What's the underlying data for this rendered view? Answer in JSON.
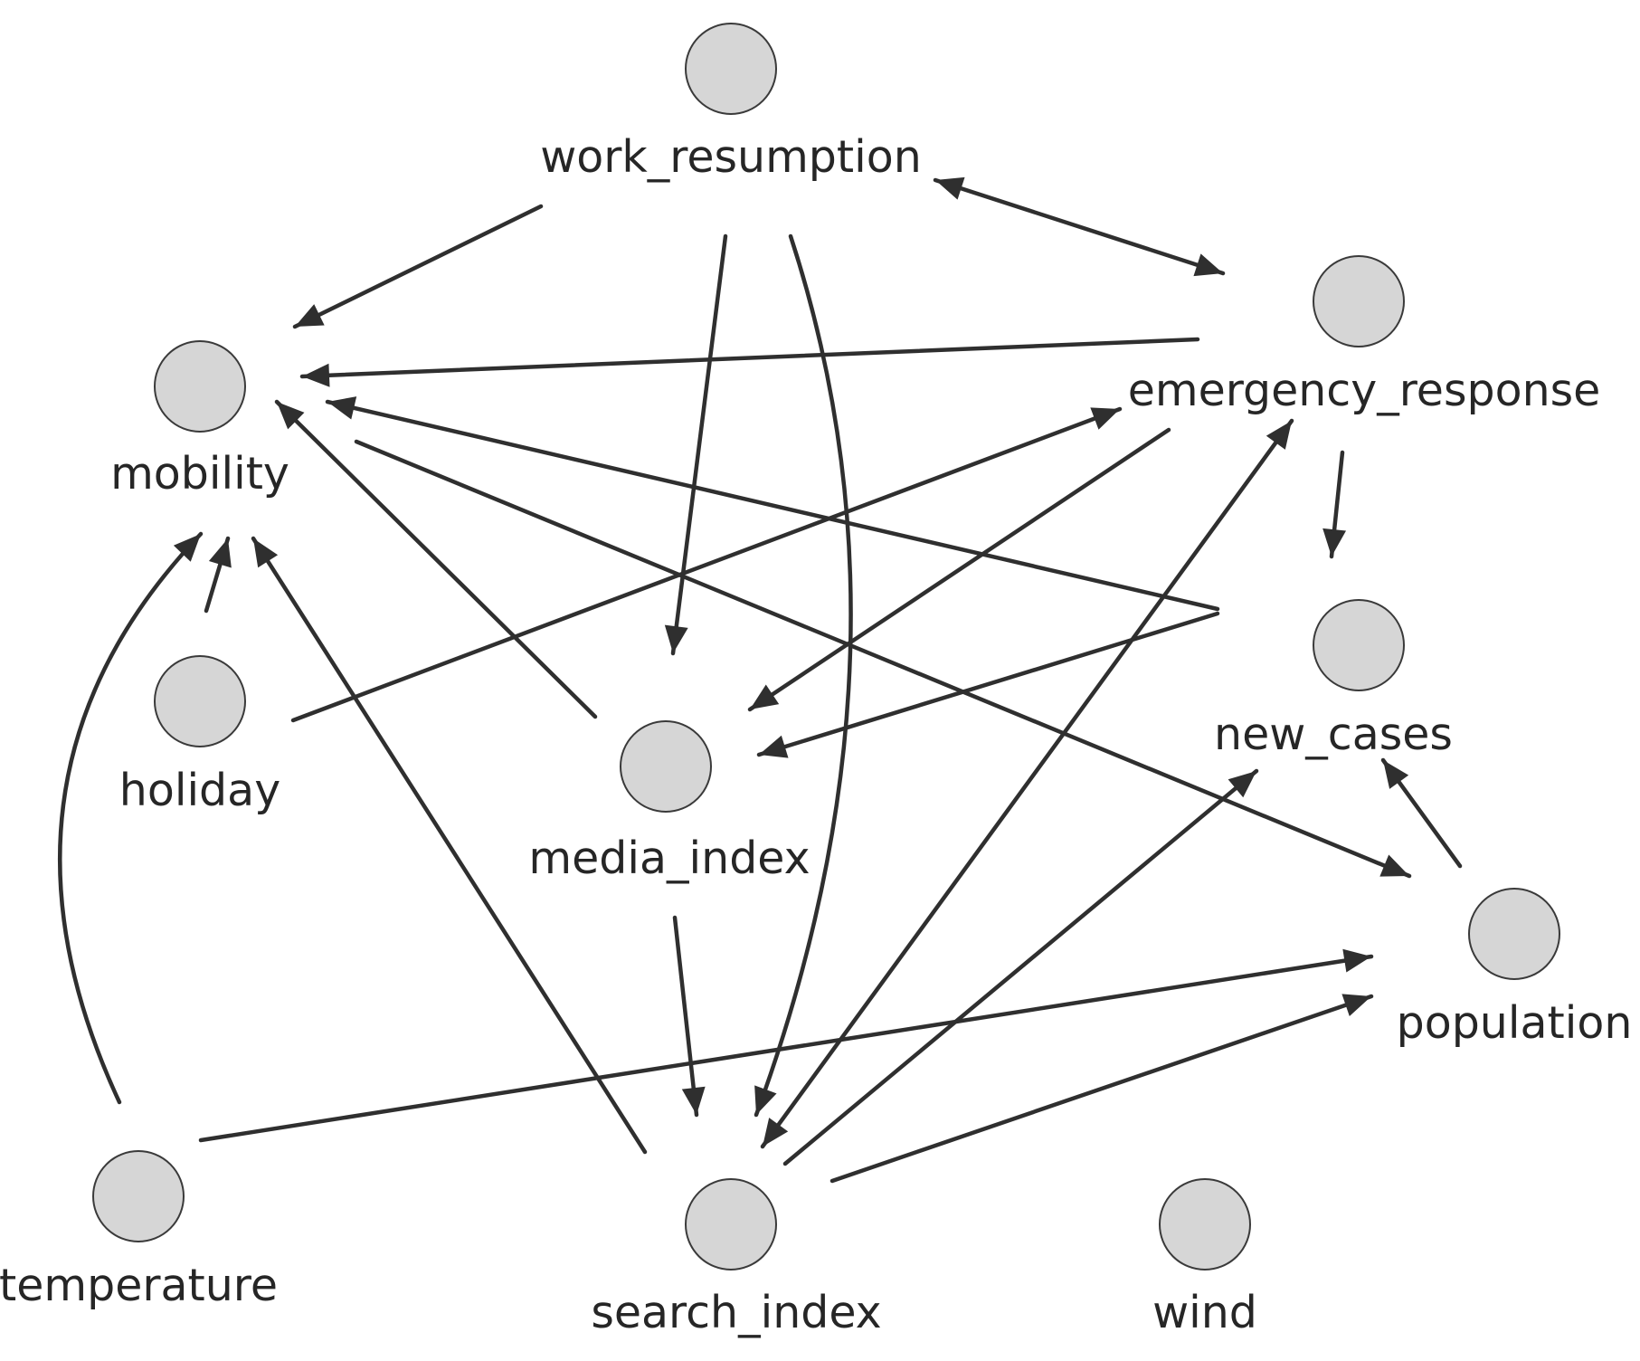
{
  "nodes": [
    {
      "id": "work_resumption",
      "label": "work_resumption"
    },
    {
      "id": "emergency_response",
      "label": "emergency_response"
    },
    {
      "id": "mobility",
      "label": "mobility"
    },
    {
      "id": "holiday",
      "label": "holiday"
    },
    {
      "id": "media_index",
      "label": "media_index"
    },
    {
      "id": "new_cases",
      "label": "new_cases"
    },
    {
      "id": "population",
      "label": "population"
    },
    {
      "id": "temperature",
      "label": "temperature"
    },
    {
      "id": "search_index",
      "label": "search_index"
    },
    {
      "id": "wind",
      "label": "wind"
    }
  ],
  "edges": [
    {
      "from": "work_resumption",
      "to": "emergency_response",
      "bidirectional": true
    },
    {
      "from": "work_resumption",
      "to": "mobility"
    },
    {
      "from": "work_resumption",
      "to": "media_index"
    },
    {
      "from": "work_resumption",
      "to": "search_index"
    },
    {
      "from": "emergency_response",
      "to": "mobility"
    },
    {
      "from": "emergency_response",
      "to": "media_index"
    },
    {
      "from": "emergency_response",
      "to": "new_cases"
    },
    {
      "from": "new_cases",
      "to": "mobility"
    },
    {
      "from": "new_cases",
      "to": "media_index"
    },
    {
      "from": "mobility",
      "to": "population"
    },
    {
      "from": "media_index",
      "to": "mobility"
    },
    {
      "from": "media_index",
      "to": "search_index"
    },
    {
      "from": "holiday",
      "to": "mobility"
    },
    {
      "from": "holiday",
      "to": "emergency_response"
    },
    {
      "from": "temperature",
      "to": "mobility"
    },
    {
      "from": "temperature",
      "to": "population"
    },
    {
      "from": "search_index",
      "to": "mobility"
    },
    {
      "from": "search_index",
      "to": "emergency_response",
      "bidirectional": true
    },
    {
      "from": "search_index",
      "to": "new_cases"
    },
    {
      "from": "search_index",
      "to": "population"
    },
    {
      "from": "population",
      "to": "new_cases"
    }
  ]
}
